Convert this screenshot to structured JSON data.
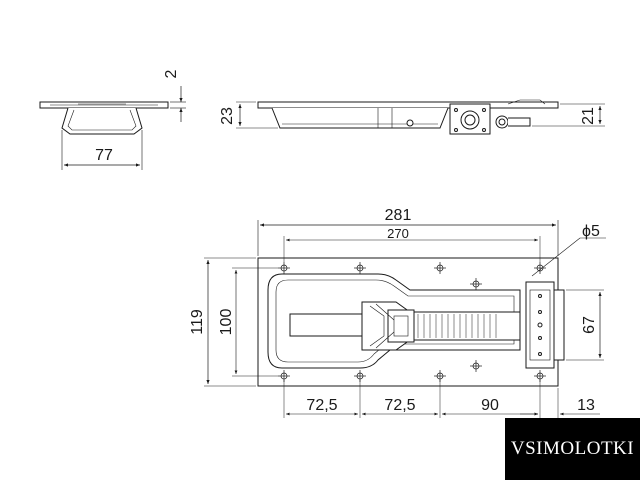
{
  "dimensions": {
    "thickness": "2",
    "width_side": "77",
    "height_side": "23",
    "height_right": "21",
    "overall_length": "281",
    "hole_span": "270",
    "hole_diameter": "ϕ5",
    "overall_width": "119",
    "hole_width": "100",
    "bracket_width": "67",
    "spacing_a": "72,5",
    "spacing_b": "72,5",
    "spacing_c": "90",
    "end_offset": "13"
  },
  "watermark": "VSIMOLOTKI",
  "colors": {
    "line": "#1a1a1a",
    "part_fill": "#ffffff",
    "watermark_bg": "#000000",
    "watermark_text": "#ffffff"
  }
}
